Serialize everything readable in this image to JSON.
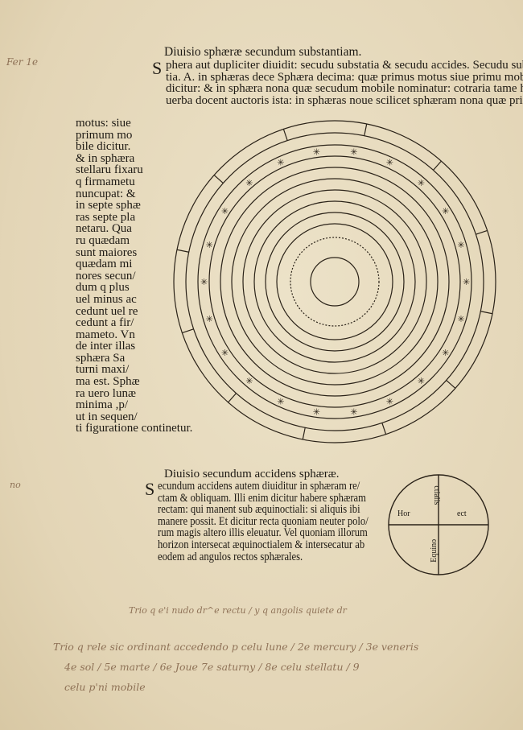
{
  "heading": "Diuisio sphæræ secundum substantiam.",
  "initial": "S",
  "main_lines": [
    "phera aut dupliciter diuidit: secudu substatia & secudu accides. Secudu substa/",
    "tia. A. in sphæras dece Sphæra decima: quæ primus motus siue primu mobile",
    "dicitur: & in sphæra nona quæ secudum mobile nominatur: cotraria tame his",
    "uerba docent auctoris ista: in sphæras noue scilicet sphæram nona quæ primus"
  ],
  "column_lines": [
    "motus: siue",
    "primum mo",
    "bile dicitur.",
    "& in sphæra",
    "stellaru fixaru",
    "q firmametu",
    "nuncupat: &",
    "in septe sphæ",
    "ras septe pla",
    "netaru. Qua",
    "ru quædam",
    "sunt maiores",
    "quædam mi",
    "nores secun/",
    "dum q plus",
    "uel minus ac",
    "cedunt uel re",
    "cedunt a fir/",
    "mameto. Vn",
    "de inter illas",
    "sphæra Sa",
    "turni maxi/",
    "ma est. Sphæ",
    "ra uero lunæ",
    "minima ,p/",
    "ut in sequen/",
    "ti figuratione continetur."
  ],
  "subheading": "Diuisio secundum accidens sphæræ.",
  "initial2": "S",
  "section_lines": [
    "ecundum accidens autem diuiditur in sphæram re/",
    "ctam & obliquam. Illi enim dicitur habere sphæram",
    "rectam: qui manent sub æquinoctiali: si aliquis ibi",
    "manere possit. Et dicitur recta quoniam neuter polo/",
    "rum magis altero illis eleuatur. Vel quoniam illorum",
    "horizon intersecat æquinoctialem & intersecatur ab",
    "eodem ad angulos rectos sphærales."
  ],
  "small_diagram": {
    "left": "Hor",
    "right": "ect",
    "top": "ctialis",
    "bottom": "Equino"
  },
  "marginalia": {
    "top_left": "Fer 1e",
    "mid_left": "no",
    "line1": "Trio q e'i nudo dr^e rectu / y q angolis quiete dr",
    "line2": "Trio q rele sic ordinant accedendo p celu lune / 2e mercury / 3e veneris",
    "line3": "4e sol / 5e marte / 6e Joue 7e saturny / 8e celu stellatu / 9",
    "line4": "celu p'ni mobile"
  }
}
